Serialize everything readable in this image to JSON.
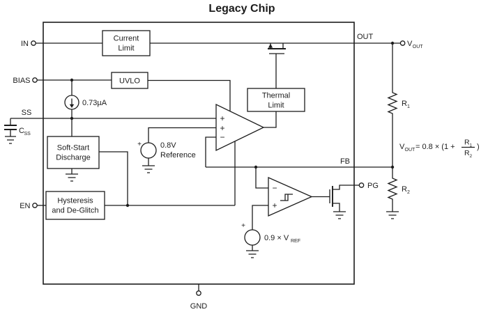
{
  "title": "Legacy Chip",
  "colors": {
    "stroke": "#1c1c1c",
    "background": "#ffffff"
  },
  "pins": {
    "in": "IN",
    "bias": "BIAS",
    "ss": "SS",
    "en": "EN",
    "out": "OUT",
    "fb": "FB",
    "pg": "PG",
    "gnd": "GND"
  },
  "blocks": {
    "current_limit_1": "Current",
    "current_limit_2": "Limit",
    "uvlo": "UVLO",
    "thermal_1": "Thermal",
    "thermal_2": "Limit",
    "soft_start_1": "Soft-Start",
    "soft_start_2": "Discharge",
    "hysteresis_1": "Hysteresis",
    "hysteresis_2": "and De-Glitch"
  },
  "sources": {
    "bias_current": "0.73µA",
    "ref_1": "0.8V",
    "ref_2": "Reference",
    "pg_ref_base": "0.9 × V",
    "pg_ref_sub": "REF",
    "plus": "+",
    "minus": "−"
  },
  "external": {
    "vout_base": "V",
    "vout_sub": "OUT",
    "css_base": "C",
    "css_sub": "SS",
    "r1_base": "R",
    "r1_sub": "1",
    "r2_base": "R",
    "r2_sub": "2"
  },
  "formula": {
    "v_base": "V",
    "v_sub": "OUT",
    "mid": "= 0.8 × (1 +",
    "num_base": "R",
    "num_sub": "1",
    "den_base": "R",
    "den_sub": "2",
    "close": ")"
  }
}
